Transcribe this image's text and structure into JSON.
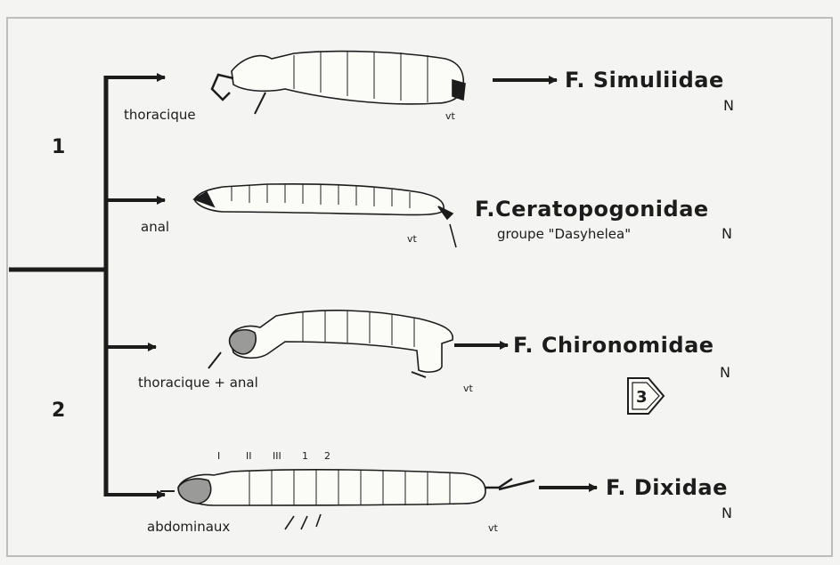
{
  "key": {
    "couplet_1": "1",
    "couplet_2": "2",
    "rows": [
      {
        "label": "thoracique",
        "family": "F. Simuliidae",
        "note": "",
        "tag": "N",
        "vt": "vt"
      },
      {
        "label": "anal",
        "family": "F.Ceratopogonidae",
        "note": "groupe \"Dasyhelea\"",
        "tag": "N",
        "vt": "vt"
      },
      {
        "label": "thoracique + anal",
        "family": "F. Chironomidae",
        "note": "",
        "tag": "N",
        "vt": "vt",
        "go_to": "3"
      },
      {
        "label": "abdominaux",
        "family": "F. Dixidae",
        "note": "",
        "tag": "N",
        "vt": "vt"
      }
    ],
    "segment_labels": [
      "I",
      "II",
      "III",
      "1",
      "2"
    ]
  },
  "colors": {
    "ink": "#1c1c1c",
    "paper": "#f4f4f2",
    "frame": "#bdbdbd"
  }
}
